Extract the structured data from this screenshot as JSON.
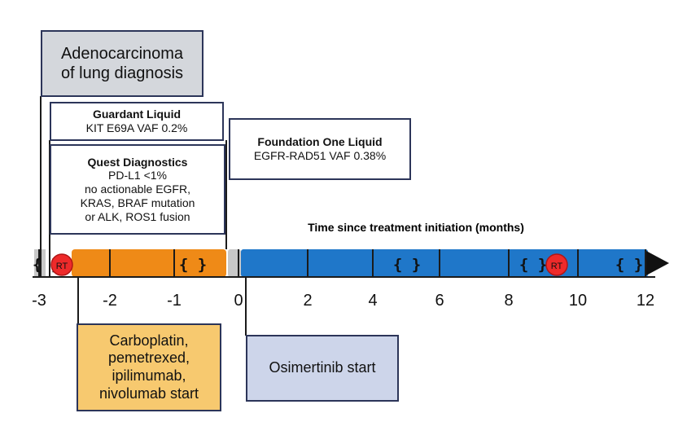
{
  "diagnosis": {
    "lines": [
      "Adenocarcinoma",
      "of lung diagnosis"
    ]
  },
  "guardant": {
    "title": "Guardant Liquid",
    "result": "KIT E69A VAF 0.2%"
  },
  "quest": {
    "title": "Quest Diagnostics",
    "lines": [
      "PD-L1 <1%",
      "no actionable EGFR,",
      "KRAS, BRAF mutation",
      "or ALK, ROS1 fusion"
    ]
  },
  "foundation": {
    "title": "Foundation One Liquid",
    "result": "EGFR-RAD51 VAF 0.38%"
  },
  "axis": {
    "title": "Time since treatment initiation (months)",
    "ticks": [
      "-3",
      "-2",
      "-1",
      "0",
      "2",
      "4",
      "6",
      "8",
      "10",
      "12"
    ],
    "brace_label": "{ }",
    "rt_label": "RT"
  },
  "chemo": {
    "lines": [
      "Carboplatin,",
      "pemetrexed,",
      "ipilimumab,",
      "nivolumab start"
    ]
  },
  "osimertinib": {
    "label": "Osimertinib start"
  },
  "colors": {
    "chemo_bar": "#ef8a17",
    "osimertinib_bar": "#1f77c9",
    "gap_bar": "#c8c8c8",
    "rt_marker": "#ee2a2a",
    "diagnosis_box": "#d4d7dc",
    "chemo_box": "#f7c96f",
    "osimertinib_box": "#cdd5ea",
    "box_border": "#2c3559"
  }
}
